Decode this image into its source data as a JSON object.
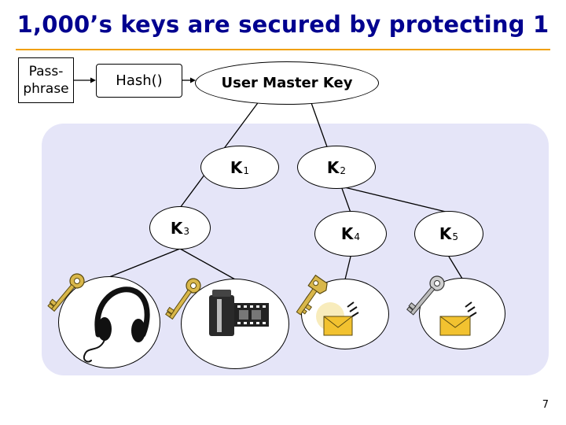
{
  "title": "1,000’s keys are secured by protecting 1",
  "nodes": {
    "passphrase": [
      "Pass-",
      "phrase"
    ],
    "hash": "Hash()",
    "user_master_key": "User Master Key",
    "keys": [
      {
        "letter": "K",
        "sub": "1"
      },
      {
        "letter": "K",
        "sub": "2"
      },
      {
        "letter": "K",
        "sub": "3"
      },
      {
        "letter": "K",
        "sub": "4"
      },
      {
        "letter": "K",
        "sub": "5"
      }
    ]
  },
  "leaves": [
    {
      "icons": [
        "key-icon",
        "headphones-icon"
      ]
    },
    {
      "icons": [
        "key-icon",
        "film-icon"
      ]
    },
    {
      "icons": [
        "key-icon",
        "email-icon"
      ]
    },
    {
      "icons": [
        "key-icon",
        "email-icon"
      ]
    }
  ],
  "colors": {
    "title": "#00008f",
    "title_rule": "#f0a000",
    "panel": "#e5e5f8",
    "key_gold": "#d9b74a"
  },
  "page_number": "7"
}
